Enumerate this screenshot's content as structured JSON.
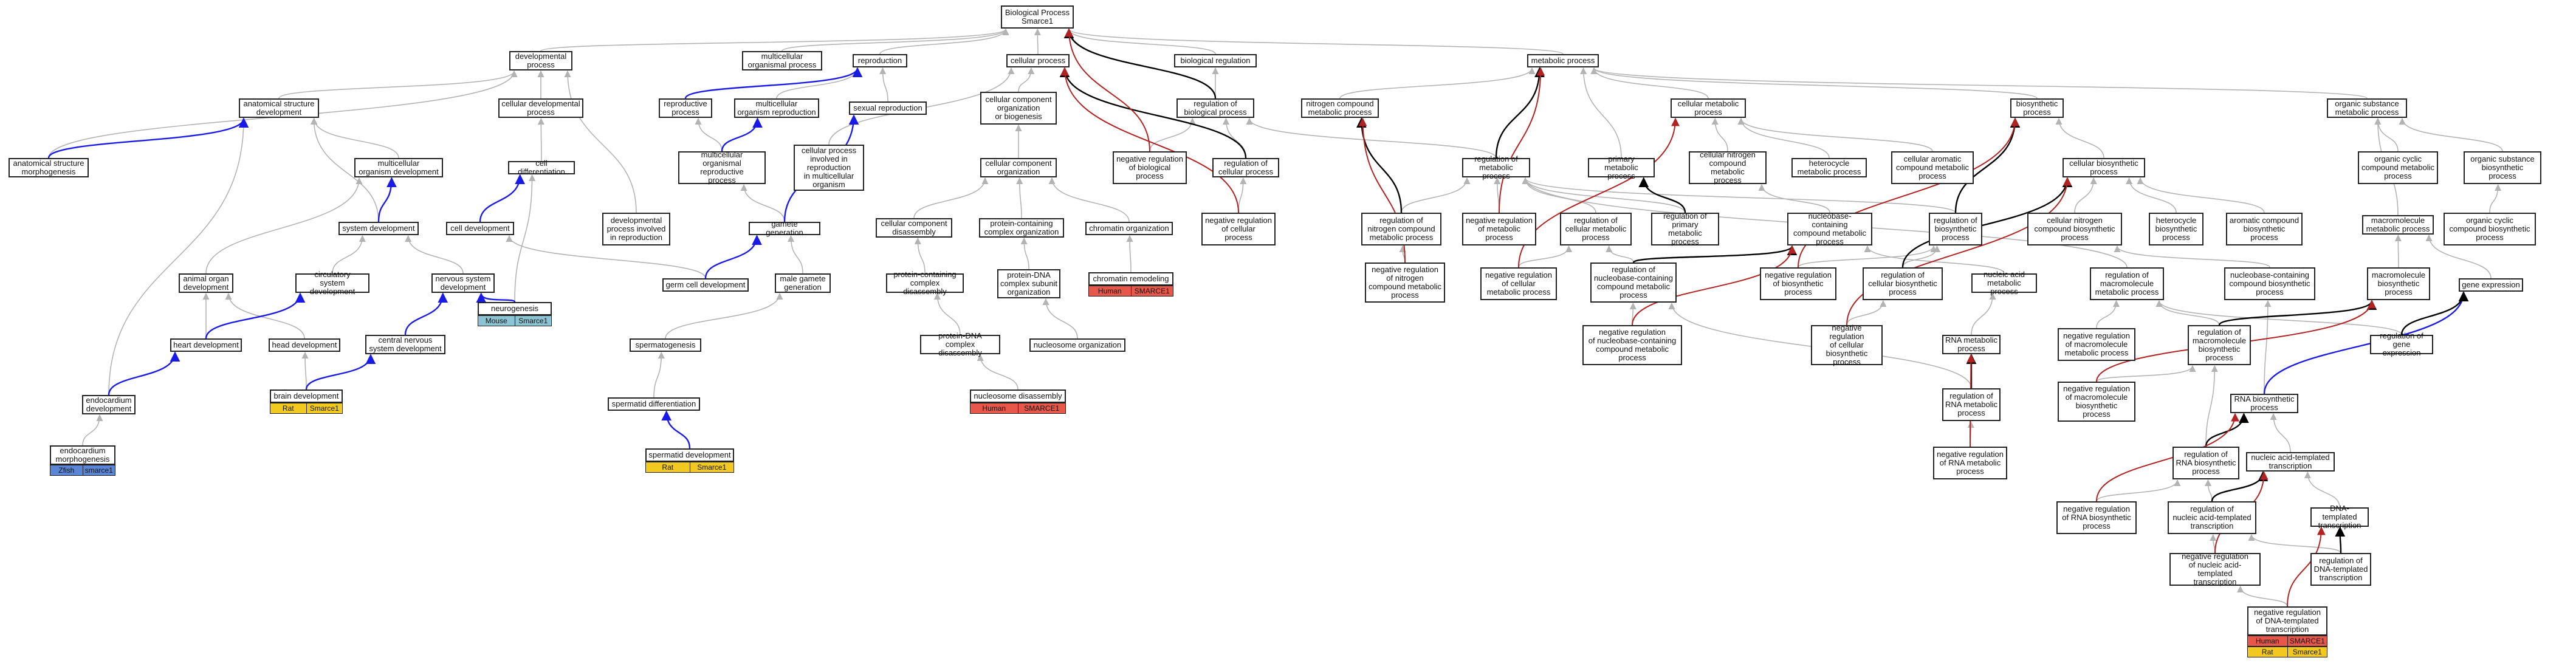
{
  "nodes": {
    "bio_process": "Biological Process\nSmarce1",
    "developmental_process": "developmental\nprocess",
    "multicellular_organismal_process": "multicellular\norganismal process",
    "reproduction": "reproduction",
    "cellular_process": "cellular process",
    "biological_regulation": "biological regulation",
    "metabolic_process": "metabolic process",
    "anatomical_structure_development": "anatomical structure\ndevelopment",
    "cellular_developmental_process": "cellular developmental\nprocess",
    "reproductive_process": "reproductive\nprocess",
    "multicellular_organism_reproduction": "multicellular\norganism reproduction",
    "sexual_reproduction": "sexual reproduction",
    "cellular_component_organization_or_biogenesis": "cellular component\norganization\nor biogenesis",
    "regulation_of_biological_process": "regulation of\nbiological process",
    "nitrogen_compound_metabolic_process": "nitrogen compound\nmetabolic process",
    "cellular_metabolic_process": "cellular metabolic\nprocess",
    "biosynthetic_process": "biosynthetic\nprocess",
    "organic_substance_metabolic_process": "organic substance\nmetabolic process",
    "anatomical_structure_morphogenesis": "anatomical structure\nmorphogenesis",
    "multicellular_organism_development": "multicellular\norganism development",
    "cell_differentiation": "cell differentiation",
    "multicellular_organismal_reproductive_process": "multicellular\norganismal reproductive\nprocess",
    "cellular_process_involved_in_reproduction": "cellular process\ninvolved in\nreproduction\nin multicellular\norganism",
    "cellular_component_organization": "cellular component\norganization",
    "negative_regulation_of_biological_process": "negative regulation\nof biological\nprocess",
    "regulation_of_cellular_process": "regulation of\ncellular process",
    "regulation_of_metabolic_process": "regulation of\nmetabolic process",
    "primary_metabolic_process": "primary metabolic\nprocess",
    "cellular_nitrogen_compound_metabolic_process": "cellular nitrogen\ncompound metabolic\nprocess",
    "heterocycle_metabolic_process": "heterocycle\nmetabolic process",
    "cellular_aromatic_compound_metabolic_process": "cellular aromatic\ncompound metabolic\nprocess",
    "cellular_biosynthetic_process": "cellular biosynthetic\nprocess",
    "organic_cyclic_compound_metabolic_process": "organic cyclic\ncompound metabolic\nprocess",
    "organic_substance_biosynthetic_process": "organic substance\nbiosynthetic\nprocess",
    "system_development": "system development",
    "cell_development": "cell development",
    "developmental_process_involved_in_reproduction": "developmental\nprocess involved\nin reproduction",
    "gamete_generation": "gamete generation",
    "cellular_component_disassembly": "cellular component\ndisassembly",
    "protein_containing_complex_organization": "protein-containing\ncomplex organization",
    "chromatin_organization": "chromatin organization",
    "negative_regulation_of_cellular_process": "negative regulation\nof cellular\nprocess",
    "regulation_of_nitrogen_compound_metabolic_process": "regulation of\nnitrogen compound\nmetabolic process",
    "negative_regulation_of_metabolic_process": "negative regulation\nof metabolic\nprocess",
    "regulation_of_cellular_metabolic_process": "regulation of\ncellular metabolic\nprocess",
    "regulation_of_primary_metabolic_process": "regulation of\nprimary metabolic\nprocess",
    "nucleobase_containing_compound_metabolic_process": "nucleobase-containing\ncompound metabolic\nprocess",
    "regulation_of_biosynthetic_process": "regulation of\nbiosynthetic\nprocess",
    "cellular_nitrogen_compound_biosynthetic_process": "cellular nitrogen\ncompound biosynthetic\nprocess",
    "heterocycle_biosynthetic_process": "heterocycle\nbiosynthetic\nprocess",
    "aromatic_compound_biosynthetic_process": "aromatic compound\nbiosynthetic\nprocess",
    "macromolecule_metabolic_process": "macromolecule\nmetabolic process",
    "organic_cyclic_compound_biosynthetic_process": "organic cyclic\ncompound biosynthetic\nprocess",
    "animal_organ_development": "animal organ\ndevelopment",
    "circulatory_system_development": "circulatory\nsystem development",
    "nervous_system_development": "nervous system\ndevelopment",
    "neurogenesis": "neurogenesis",
    "germ_cell_development": "germ cell development",
    "male_gamete_generation": "male gamete\ngeneration",
    "protein_containing_complex_disassembly": "protein-containing\ncomplex disassembly",
    "protein_dna_complex_subunit_organization": "protein-DNA\ncomplex subunit\norganization",
    "chromatin_remodeling": "chromatin remodeling",
    "negative_regulation_of_nitrogen_compound_metabolic_process": "negative regulation\nof nitrogen\ncompound metabolic\nprocess",
    "negative_regulation_of_cellular_metabolic_process": "negative regulation\nof cellular\nmetabolic process",
    "regulation_of_nucleobase_containing_compound_metabolic_process": "regulation of\nnucleobase-containing\ncompound metabolic\nprocess",
    "negative_regulation_of_biosynthetic_process": "negative regulation\nof biosynthetic\nprocess",
    "regulation_of_cellular_biosynthetic_process": "regulation of\ncellular biosynthetic\nprocess",
    "nucleic_acid_metabolic_process": "nucleic acid\nmetabolic process",
    "regulation_of_macromolecule_metabolic_process": "regulation of\nmacromolecule\nmetabolic process",
    "nucleobase_containing_compound_biosynthetic_process": "nucleobase-containing\ncompound biosynthetic\nprocess",
    "macromolecule_biosynthetic_process": "macromolecule\nbiosynthetic\nprocess",
    "gene_expression": "gene expression",
    "heart_development": "heart development",
    "head_development": "head development",
    "central_nervous_system_development": "central nervous\nsystem development",
    "spermatogenesis": "spermatogenesis",
    "protein_dna_complex_disassembly": "protein-DNA\ncomplex disassembly",
    "nucleosome_organization": "nucleosome organization",
    "negative_regulation_of_nucleobase_containing_compound_metabolic_process": "negative regulation\nof nucleobase-containing\ncompound metabolic\nprocess",
    "negative_regulation_of_cellular_biosynthetic_process": "negative regulation\nof cellular\nbiosynthetic\nprocess",
    "rna_metabolic_process": "RNA metabolic\nprocess",
    "negative_regulation_of_macromolecule_metabolic_process": "negative regulation\nof macromolecule\nmetabolic process",
    "regulation_of_macromolecule_biosynthetic_process": "regulation of\nmacromolecule\nbiosynthetic\nprocess",
    "regulation_of_gene_expression": "regulation of\ngene expression",
    "endocardium_development": "endocardium\ndevelopment",
    "brain_development": "brain development",
    "spermatid_differentiation": "spermatid differentiation",
    "nucleosome_disassembly": "nucleosome disassembly",
    "regulation_of_rna_metabolic_process": "regulation of\nRNA metabolic\nprocess",
    "negative_regulation_of_macromolecule_biosynthetic_process": "negative regulation\nof macromolecule\nbiosynthetic\nprocess",
    "rna_biosynthetic_process": "RNA biosynthetic\nprocess",
    "endocardium_morphogenesis": "endocardium\nmorphogenesis",
    "spermatid_development": "spermatid development",
    "negative_regulation_of_rna_metabolic_process": "negative regulation\nof RNA metabolic\nprocess",
    "regulation_of_rna_biosynthetic_process": "regulation of\nRNA biosynthetic\nprocess",
    "nucleic_acid_templated_transcription": "nucleic acid-templated\ntranscription",
    "negative_regulation_of_rna_biosynthetic_process": "negative regulation\nof RNA biosynthetic\nprocess",
    "regulation_of_nucleic_acid_templated_transcription": "regulation of\nnucleic acid-templated\ntranscription",
    "dna_templated_transcription": "DNA-templated\ntranscription",
    "negative_regulation_of_nucleic_acid_templated_transcription": "negative regulation\nof nucleic acid-templated\ntranscription",
    "regulation_of_dna_templated_transcription": "regulation of\nDNA-templated\ntranscription",
    "negative_regulation_of_dna_templated_transcription": "negative regulation\nof DNA-templated\ntranscription"
  },
  "annotations": {
    "chromatin_remodeling": [
      "Human",
      "SMARCE1"
    ],
    "neurogenesis": [
      "Mouse",
      "Smarce1"
    ],
    "brain_development": [
      "Rat",
      "Smarce1"
    ],
    "endocardium_morphogenesis": [
      "Zfish",
      "smarce1"
    ],
    "spermatid_development": [
      "Rat",
      "Smarce1"
    ],
    "nucleosome_disassembly": [
      "Human",
      "SMARCE1"
    ],
    "negative_regulation_of_dna_templated_transcription": [
      "Human",
      "SMARCE1",
      "Rat",
      "Smarce1"
    ]
  },
  "colors": {
    "edge_is_a": "#b3b3b3",
    "edge_part_of": "#1a1ae6",
    "edge_regulates": "#000000",
    "edge_negatively_regulates": "#b22222",
    "annotation_rat": "#f2c91e",
    "annotation_human": "#e8584a",
    "annotation_zfish": "#5b86d6",
    "annotation_mouse": "#8dc4d4"
  }
}
